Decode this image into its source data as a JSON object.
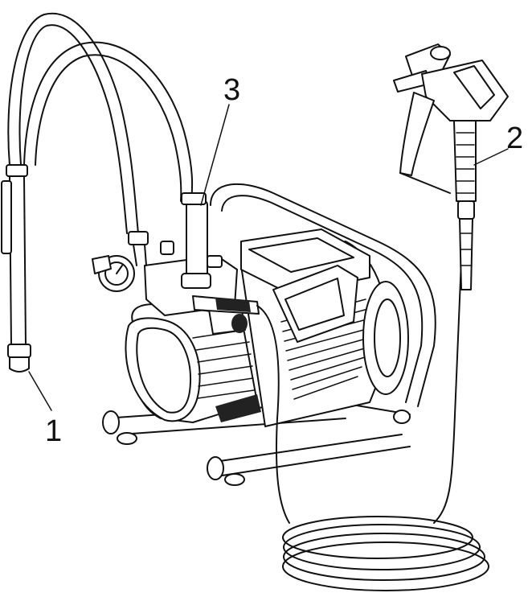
{
  "labels": {
    "suction_hose": "1",
    "spray_gun": "2",
    "return_hose": "3"
  },
  "colors": {
    "line": "#111111",
    "background": "#ffffff"
  }
}
